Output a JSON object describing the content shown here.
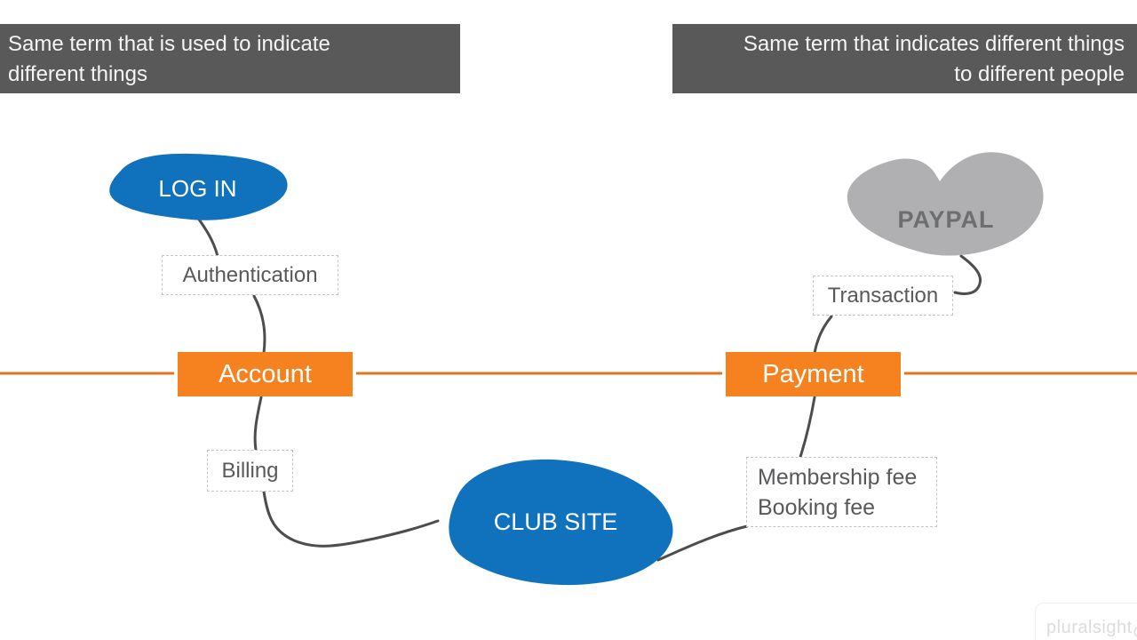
{
  "headers": {
    "left": {
      "line1": "Same term that is used to indicate",
      "line2": "different things"
    },
    "right": {
      "line1": "Same term that indicates different things",
      "line2": "to different people"
    }
  },
  "terms": {
    "account": "Account",
    "payment": "Payment"
  },
  "contexts": {
    "login": "LOG IN",
    "club_site": "CLUB SITE",
    "paypal": "PAYPAL"
  },
  "meanings": {
    "authentication": "Authentication",
    "billing": "Billing",
    "transaction": "Transaction",
    "membership_fee": "Membership fee",
    "booking_fee": "Booking fee"
  },
  "watermark": {
    "brand": "pluralsight",
    "icon": "play-circle-icon"
  },
  "colors": {
    "blue_blob": "#1072BD",
    "gray_blob": "#B0B0B2",
    "orange_box": "#F5811F",
    "orange_line": "#E2741C",
    "connector": "#4D4D4D",
    "header_bg": "#595959"
  }
}
